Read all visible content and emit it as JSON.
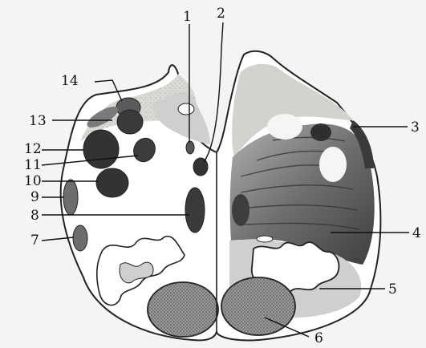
{
  "figure": {
    "labels": [
      {
        "id": "1",
        "text": "1"
      },
      {
        "id": "2",
        "text": "2"
      },
      {
        "id": "3",
        "text": "3"
      },
      {
        "id": "4",
        "text": "4"
      },
      {
        "id": "5",
        "text": "5"
      },
      {
        "id": "6",
        "text": "6"
      },
      {
        "id": "7",
        "text": "7"
      },
      {
        "id": "8",
        "text": "8"
      },
      {
        "id": "9",
        "text": "9"
      },
      {
        "id": "10",
        "text": "10"
      },
      {
        "id": "11",
        "text": "11"
      },
      {
        "id": "12",
        "text": "12"
      },
      {
        "id": "13",
        "text": "13"
      },
      {
        "id": "14",
        "text": "14"
      }
    ],
    "colors": {
      "background": "#f4f4f2",
      "outline": "#222222",
      "tract_dark": "#3a3a3a",
      "tract_mid": "#6d6d6d",
      "grey_matter": "#c9c9c9",
      "white_matter": "#ffffff",
      "pyramid_fill": "#8a8a8a"
    }
  }
}
